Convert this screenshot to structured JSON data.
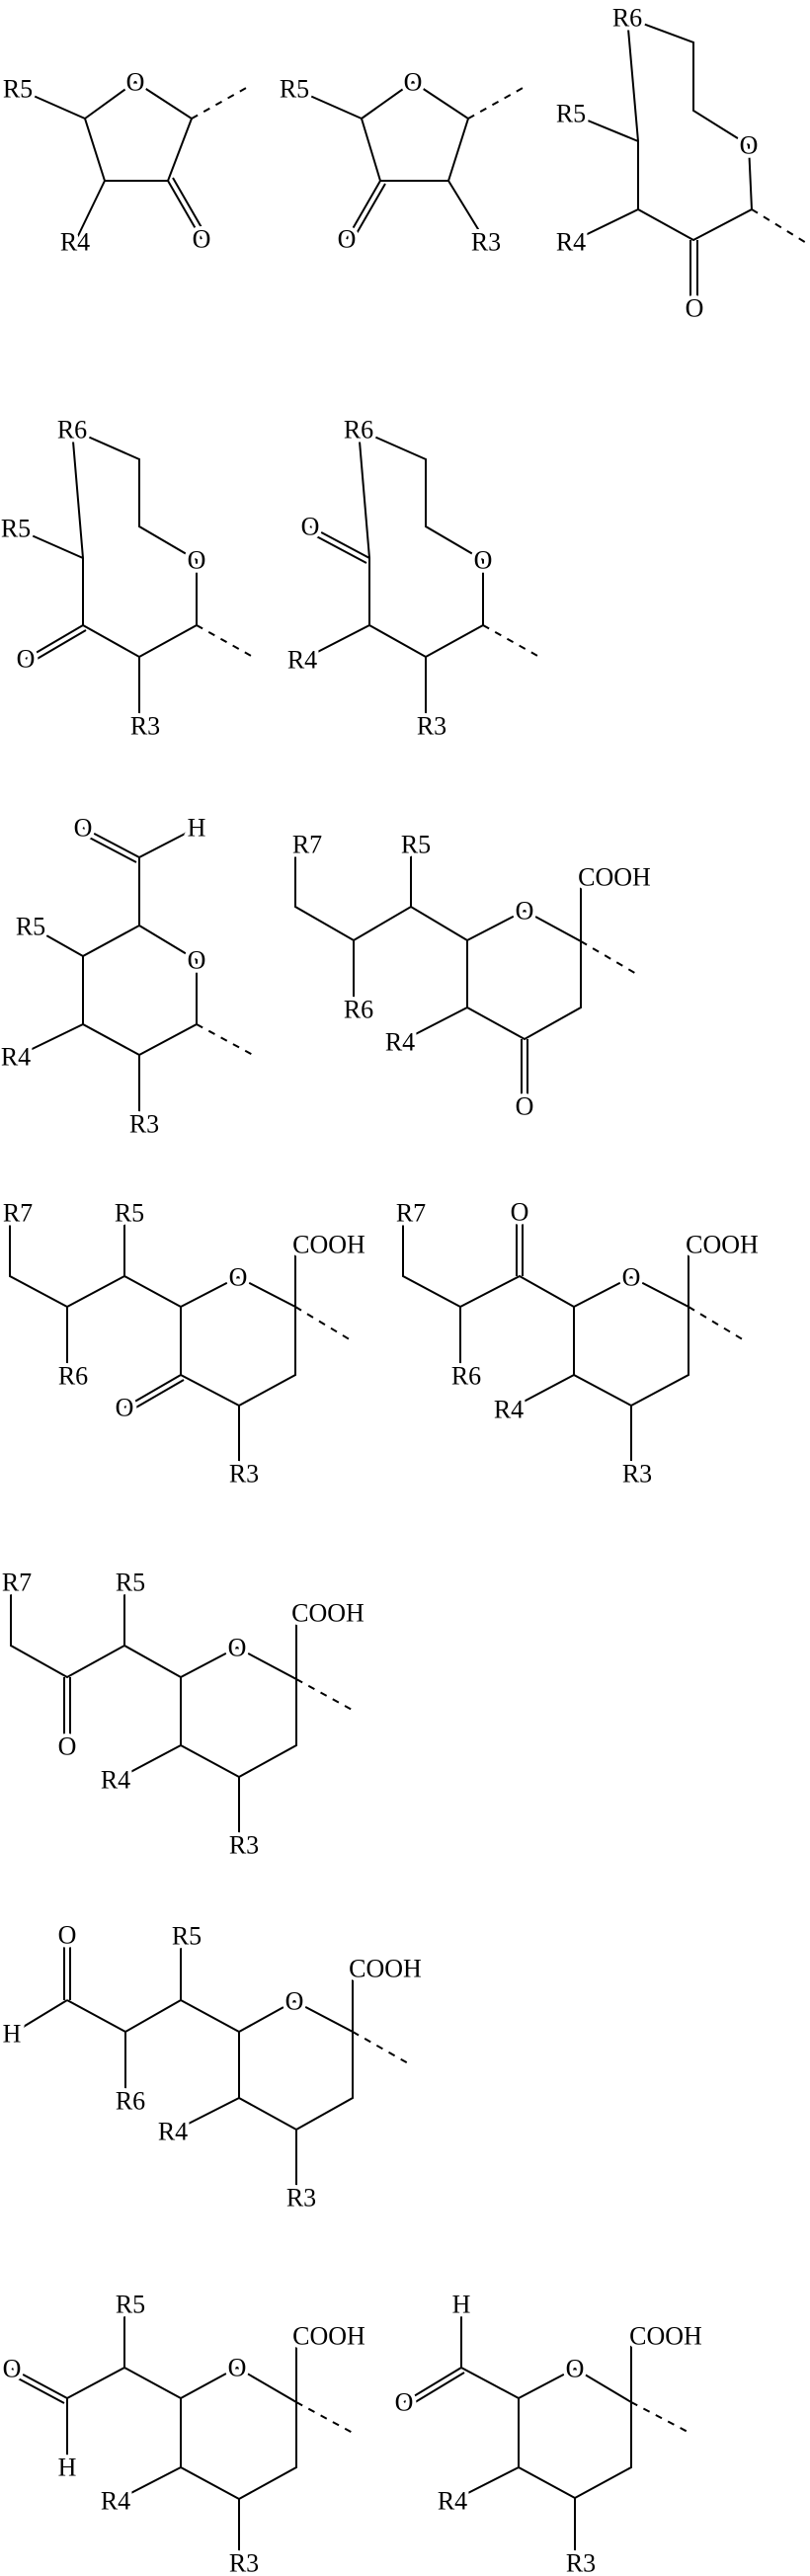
{
  "structures": [
    {
      "labels": [
        "R5",
        "O",
        "R4",
        "O"
      ]
    },
    {
      "labels": [
        "R5",
        "O",
        "O",
        "R3"
      ]
    },
    {
      "labels": [
        "R6",
        "R5",
        "O",
        "R4",
        "O"
      ]
    },
    {
      "labels": [
        "R6",
        "R5",
        "O",
        "O",
        "R3"
      ]
    },
    {
      "labels": [
        "R6",
        "O",
        "O",
        "R4",
        "R3"
      ]
    },
    {
      "labels": [
        "O",
        "H",
        "R5",
        "O",
        "R4",
        "R3"
      ]
    },
    {
      "labels": [
        "R7",
        "R5",
        "COOH",
        "O",
        "R6",
        "R4",
        "O"
      ]
    },
    {
      "labels": [
        "R7",
        "R5",
        "COOH",
        "O",
        "R6",
        "O",
        "R3"
      ]
    },
    {
      "labels": [
        "R7",
        "O",
        "COOH",
        "O",
        "R6",
        "R4",
        "R3"
      ]
    },
    {
      "labels": [
        "R7",
        "R5",
        "COOH",
        "O",
        "O",
        "R4",
        "R3"
      ]
    },
    {
      "labels": [
        "O",
        "R5",
        "COOH",
        "O",
        "H",
        "R6",
        "R4",
        "R3"
      ]
    },
    {
      "labels": [
        "R5",
        "COOH",
        "O",
        "O",
        "H",
        "R4",
        "R3"
      ]
    },
    {
      "labels": [
        "H",
        "COOH",
        "O",
        "O",
        "R4",
        "R3"
      ]
    }
  ]
}
